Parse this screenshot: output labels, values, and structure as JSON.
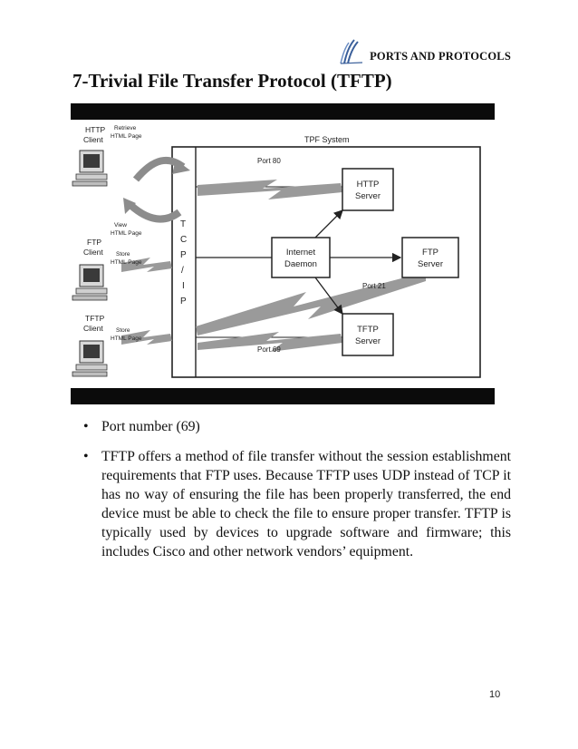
{
  "header": {
    "section_title": "PORTS AND PROTOCOLS"
  },
  "page": {
    "title": "7-Trivial File Transfer Protocol (TFTP)",
    "page_number": "10"
  },
  "diagram": {
    "system_label": "TPF System",
    "stack_letters": [
      "T",
      "C",
      "P",
      "/",
      "I",
      "P"
    ],
    "clients": [
      {
        "name_line1": "HTTP",
        "name_line2": "Client",
        "action_line1": "Retrieve",
        "action_line2": "HTML Page"
      },
      {
        "name_line1": "FTP",
        "name_line2": "Client",
        "action_line1": "Store",
        "action_line2": "HTML Page"
      },
      {
        "name_line1": "TFTP",
        "name_line2": "Client",
        "action_line1": "Store",
        "action_line2": "HTML Page"
      }
    ],
    "view_label_line1": "View",
    "view_label_line2": "HTML Page",
    "daemon_line1": "Internet",
    "daemon_line2": "Daemon",
    "servers": [
      {
        "line1": "HTTP",
        "line2": "Server"
      },
      {
        "line1": "FTP",
        "line2": "Server"
      },
      {
        "line1": "TFTP",
        "line2": "Server"
      }
    ],
    "ports": [
      "Port 80",
      "Port 21",
      "Port 69"
    ]
  },
  "bullets": [
    "Port number (69)",
    "TFTP offers a method of file transfer without the session establishment requirements that FTP uses. Because TFTP uses UDP instead of TCP it has no way of ensuring the file has been properly transferred, the end device must be able to check the file to ensure proper transfer. TFTP is typically used by devices to upgrade software and firmware; this includes Cisco and other network vendors’ equipment."
  ]
}
